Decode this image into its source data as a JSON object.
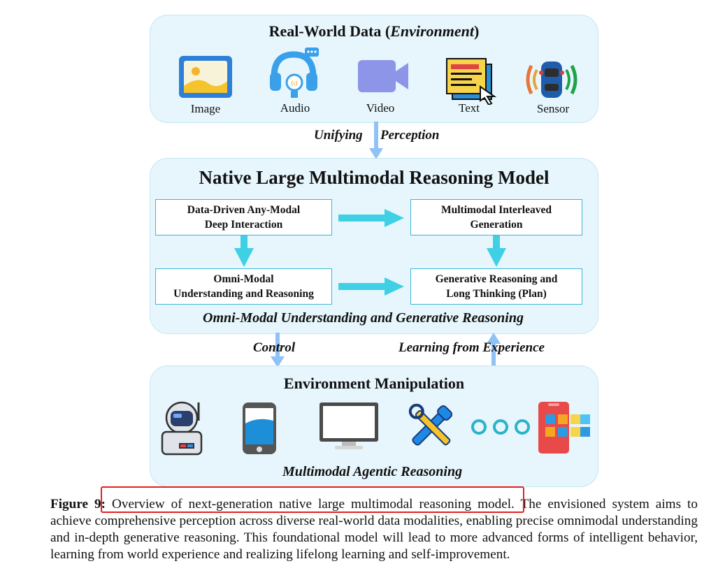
{
  "top_panel": {
    "title_main": "Real-World Data (",
    "title_italic": "Environment",
    "title_end": ")",
    "items": [
      {
        "label": "Image",
        "icon": "image-icon"
      },
      {
        "label": "Audio",
        "icon": "headphones-icon"
      },
      {
        "label": "Video",
        "icon": "video-camera-icon"
      },
      {
        "label": "Text",
        "icon": "text-document-icon"
      },
      {
        "label": "Sensor",
        "icon": "car-sensor-icon"
      }
    ]
  },
  "arrow_labels": {
    "perception_left": "Unifying",
    "perception_right": "Perception",
    "control": "Control",
    "learning": "Learning from Experience"
  },
  "middle_panel": {
    "title": "Native Large Multimodal Reasoning Model",
    "boxes": {
      "top_left": [
        "Data-Driven Any-Modal",
        "Deep Interaction"
      ],
      "top_right": [
        "Multimodal Interleaved",
        "Generation"
      ],
      "bottom_left": [
        "Omni-Modal",
        "Understanding and Reasoning"
      ],
      "bottom_right": [
        "Generative Reasoning and",
        "Long Thinking (Plan)"
      ]
    },
    "subtitle": "Omni-Modal Understanding and Generative Reasoning"
  },
  "bottom_panel": {
    "title": "Environment Manipulation",
    "icons": [
      "robot-icon",
      "smartphone-icon",
      "monitor-icon",
      "tools-icon",
      "circles-icon",
      "app-grid-icon"
    ],
    "subtitle": "Multimodal Agentic Reasoning"
  },
  "caption": {
    "label": "Figure 9",
    "colon": ":",
    "highlighted": " Overview of next-generation native large multimodal reasoning model",
    "rest": ". The envisioned system aims to achieve comprehensive perception across diverse real-world data modalities, enabling precise omnimodal understanding and in-depth generative reasoning. This foundational model will lead to more advanced forms of intelligent behavior, learning from world experience and realizing lifelong learning and self-improvement."
  },
  "colors": {
    "panel_bg": "#e6f6fc",
    "box_border": "#3fb6d4",
    "arrow": "#3fd0e6",
    "connector": "#8fc2f5",
    "highlight": "#e62020"
  }
}
